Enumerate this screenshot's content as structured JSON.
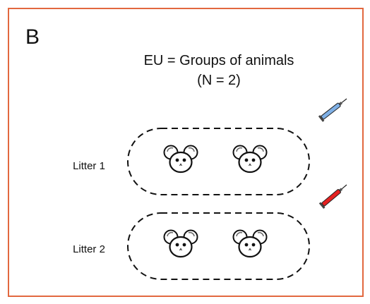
{
  "panel": {
    "letter": "B",
    "title_line1": "EU = Groups of animals",
    "title_line2": "(N = 2)",
    "border_color": "#e2683f"
  },
  "groups": [
    {
      "label": "Litter 1",
      "syringe_color": "#7fb0e6",
      "animals": [
        {
          "icon": "mouse-face-icon"
        },
        {
          "icon": "mouse-face-icon"
        }
      ]
    },
    {
      "label": "Litter 2",
      "syringe_color": "#e52121",
      "animals": [
        {
          "icon": "mouse-face-icon"
        },
        {
          "icon": "mouse-face-icon"
        }
      ]
    }
  ]
}
